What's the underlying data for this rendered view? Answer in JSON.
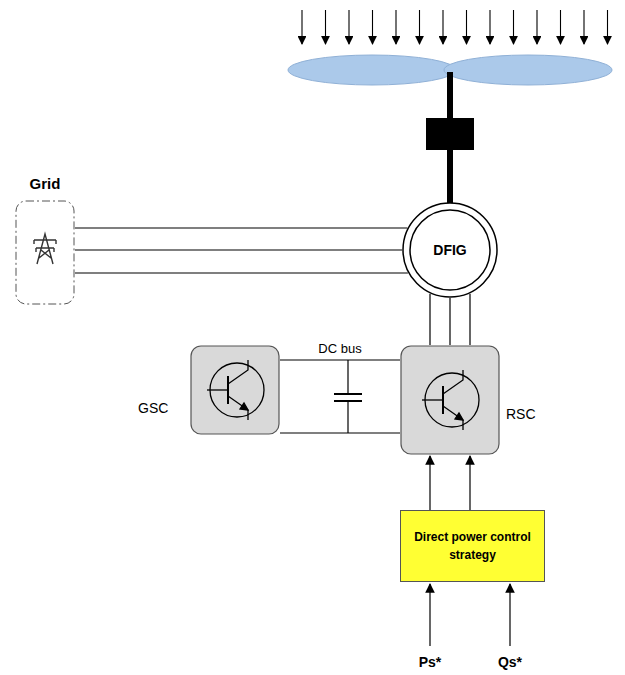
{
  "diagram": {
    "nodes": [
      {
        "text": [
          "Grid"
        ]
      },
      {
        "text": [
          "DFIG"
        ]
      },
      {
        "text": [
          "GSC"
        ]
      },
      {
        "text": [
          "RSC"
        ]
      },
      {
        "text": [
          "Direct power control strategy"
        ]
      }
    ],
    "edges": [
      {
        "from": 0,
        "to": 1,
        "arrow": "none"
      },
      {
        "from": 1,
        "to": 3,
        "arrow": "none"
      },
      {
        "from": 2,
        "to": 3,
        "label": "DC bus",
        "arrow": "none"
      },
      {
        "from": 4,
        "to": 3,
        "arrow": "to"
      },
      {
        "from": 4,
        "to": 3,
        "arrow": "to"
      }
    ],
    "labels": [
      "Ps*",
      "Qs*"
    ]
  }
}
